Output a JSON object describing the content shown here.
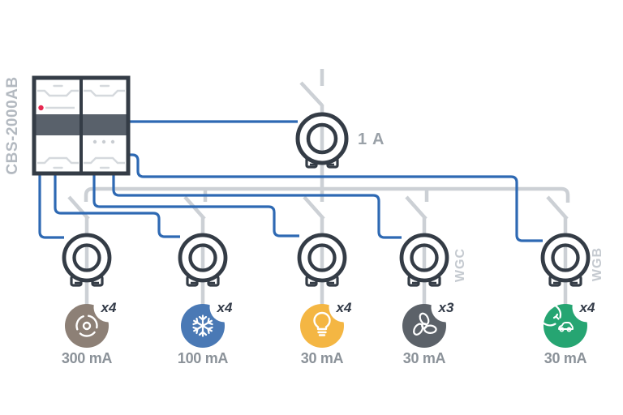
{
  "device": {
    "label": "CBS-2000AB",
    "status_led": "red"
  },
  "main_breaker": {
    "rating": "1 A"
  },
  "branches": [
    {
      "name": "washing-machine",
      "count_badge": "x4",
      "trip_current": "300 mA",
      "color": "#8d8076"
    },
    {
      "name": "freezer",
      "count_badge": "x4",
      "trip_current": "100 mA",
      "color": "#4a79b5"
    },
    {
      "name": "lighting",
      "count_badge": "x4",
      "trip_current": "30 mA",
      "color": "#f4b643"
    },
    {
      "name": "ventilation",
      "count_badge": "x3",
      "trip_current": "30 mA",
      "color": "#5c6269",
      "tag": "WGC"
    },
    {
      "name": "ev-charging",
      "count_badge": "x4",
      "trip_current": "30 mA",
      "color": "#26a572",
      "tag": "WGB"
    }
  ],
  "colors": {
    "wire_blue": "#2e69b3",
    "wire_gray": "#ccd0d5",
    "outline_dark": "#343c46",
    "cabinet_band": "#59616b",
    "status_red": "#e62850"
  }
}
